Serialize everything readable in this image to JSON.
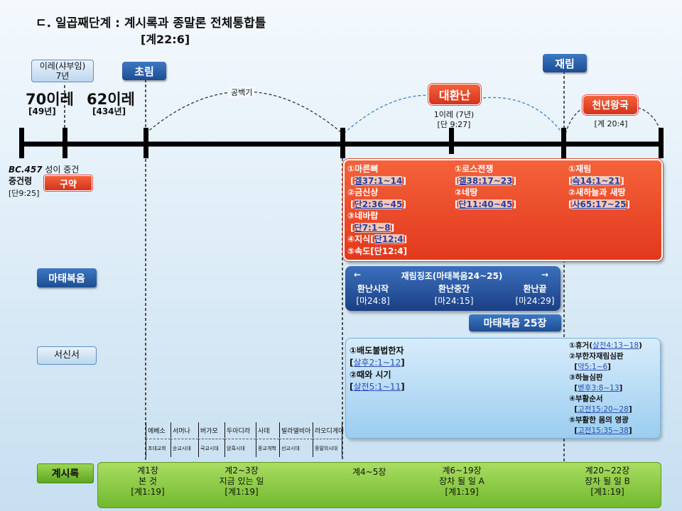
{
  "title": "ㄷ. 일곱째단계 : 계시록과 종말론 전체통합틀",
  "subtitle": "[계22:6]",
  "labels": {
    "ire": "이레(샤부임)\n7년",
    "chorim": "초림",
    "jaerim": "재림",
    "seventy": "70이레",
    "seventy_sub": "[49년]",
    "sixtytwo": "62이레",
    "sixtytwo_sub": "[434년]",
    "gap": "공백기",
    "great_trib": "대환난",
    "one_week": "1이레 (7년)",
    "one_week_ref": "[단 9:27]",
    "millennium": "천년왕국",
    "millennium_ref": "[계 20:4]",
    "bc457": "BC.457",
    "bc457_tail": " 성이 중건",
    "decree": "중건령",
    "decree_ref": "[단9:25]",
    "ot": "구약"
  },
  "red_panel": {
    "left": [
      {
        "num": "①",
        "text": "마른뼈"
      },
      {
        "num": "",
        "ref": "겔37:1~14",
        "bracket": true
      },
      {
        "num": "②",
        "text": "금신상"
      },
      {
        "num": "",
        "ref": "단2:36~45",
        "bracket": true
      },
      {
        "num": "③",
        "text": "네바랍"
      },
      {
        "num": "",
        "ref": "단7:1~8",
        "bracket": true
      },
      {
        "num": "④",
        "text": "지식",
        "ref": "단12:4"
      },
      {
        "num": "⑤",
        "text": "속도[단12:4]"
      }
    ],
    "mid": [
      {
        "num": "①",
        "text": "로스전쟁"
      },
      {
        "num": "",
        "ref": "겔38:17~23",
        "bracket": true
      },
      {
        "num": "②",
        "text": "네땅"
      },
      {
        "num": "",
        "ref": "단11:40~45",
        "bracket": true
      }
    ],
    "right": [
      {
        "num": "①",
        "text": "재림"
      },
      {
        "num": "",
        "ref": "슥14:1~21",
        "bracket": true
      },
      {
        "num": "②",
        "text": "새하늘과 새땅"
      },
      {
        "num": "",
        "ref": "사65:17~25",
        "bracket": true
      }
    ]
  },
  "matthew": {
    "label": "마태복음",
    "arrow_left": "←",
    "arrow_right": "→",
    "header": "재림징조(마태복음24~25)",
    "items": [
      {
        "name": "환난시작",
        "ref": "[마24:8]"
      },
      {
        "name": "환난중간",
        "ref": "[마24:15]"
      },
      {
        "name": "환난끝",
        "ref": "[마24:29]"
      }
    ],
    "ch25": "마태복음 25장"
  },
  "epistles": {
    "label": "서신서",
    "mid": [
      {
        "num": "①",
        "text": "배도불법한자"
      },
      {
        "ref": "살후2:1~12"
      },
      {
        "num": "②",
        "text": "때와 시기"
      },
      {
        "ref": "살전5:1~11"
      }
    ],
    "right": [
      {
        "num": "①",
        "text": "휴거",
        "ref": "살전4:13~18"
      },
      {
        "num": "②",
        "text": "부한자재림심판"
      },
      {
        "ref": "약5:1~6"
      },
      {
        "num": "③",
        "text": "하늘심판"
      },
      {
        "ref": "벧후3:8~13"
      },
      {
        "num": "④",
        "text": "부활순서"
      },
      {
        "ref": "고전15:20~28"
      },
      {
        "num": "⑤",
        "text": "부활한 몸의 영광"
      },
      {
        "ref": "고전15:35~38"
      }
    ]
  },
  "churches": {
    "names": [
      "에베소",
      "서머나",
      "버가모",
      "두아디라",
      "사데",
      "빌라델비아",
      "라오디게아"
    ],
    "eras": [
      "초대교회",
      "순교시대",
      "국교시대",
      "암흑시대",
      "종교개혁",
      "선교시대",
      "종말의시대"
    ]
  },
  "revelation": {
    "label": "계시록",
    "s1": "계1장\n본 것\n[계1:19]",
    "s2": "계2~3장\n지금 있는 일\n[계1:19]",
    "s3": "계4~5장",
    "s4": "계6~19장\n장차 될 일 A\n[계1:19]",
    "s5": "계20~22장\n장차 될 일 B\n[계1:19]"
  }
}
